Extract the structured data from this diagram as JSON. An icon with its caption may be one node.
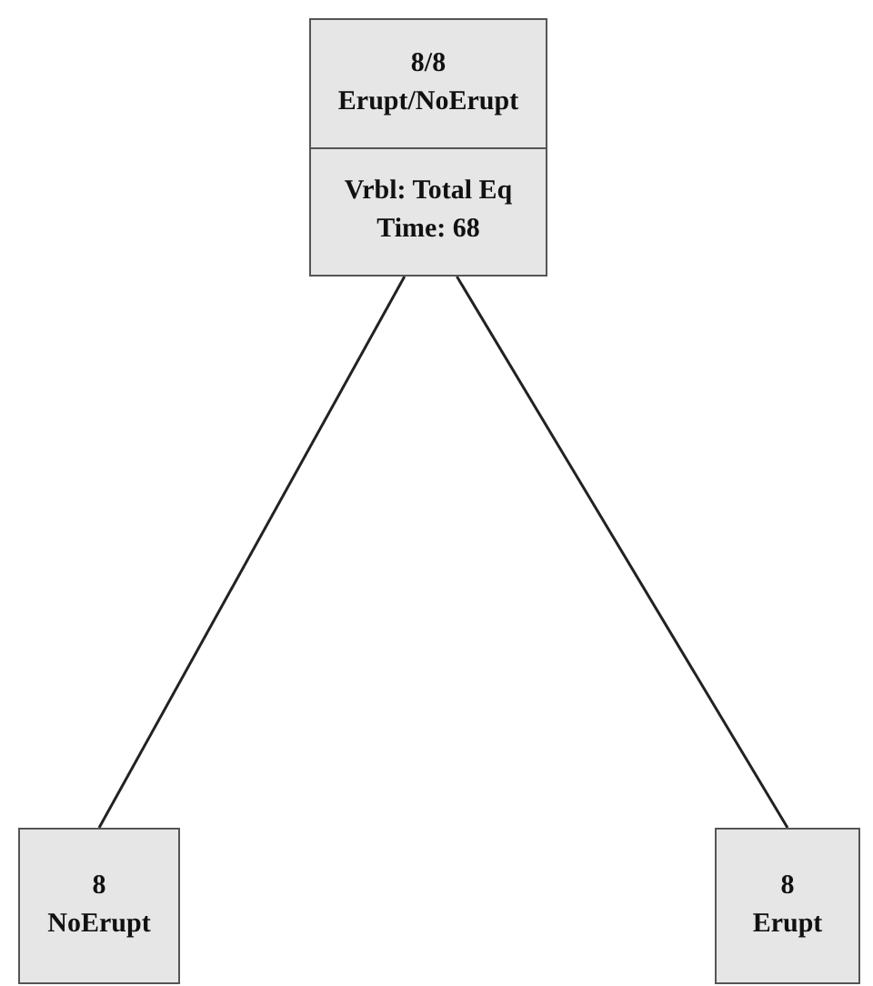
{
  "diagram": {
    "nodes": [
      {
        "text": [
          "8/8",
          "Erupt/NoErupt",
          "Vrbl: Total Eq",
          "Time: 68"
        ]
      },
      {
        "text": [
          "8",
          "NoErupt"
        ]
      },
      {
        "text": [
          "8",
          "Erupt"
        ]
      }
    ],
    "edges": [
      {
        "from": 0,
        "to": 1,
        "arrow": "none"
      },
      {
        "from": 0,
        "to": 2,
        "arrow": "none"
      }
    ]
  }
}
